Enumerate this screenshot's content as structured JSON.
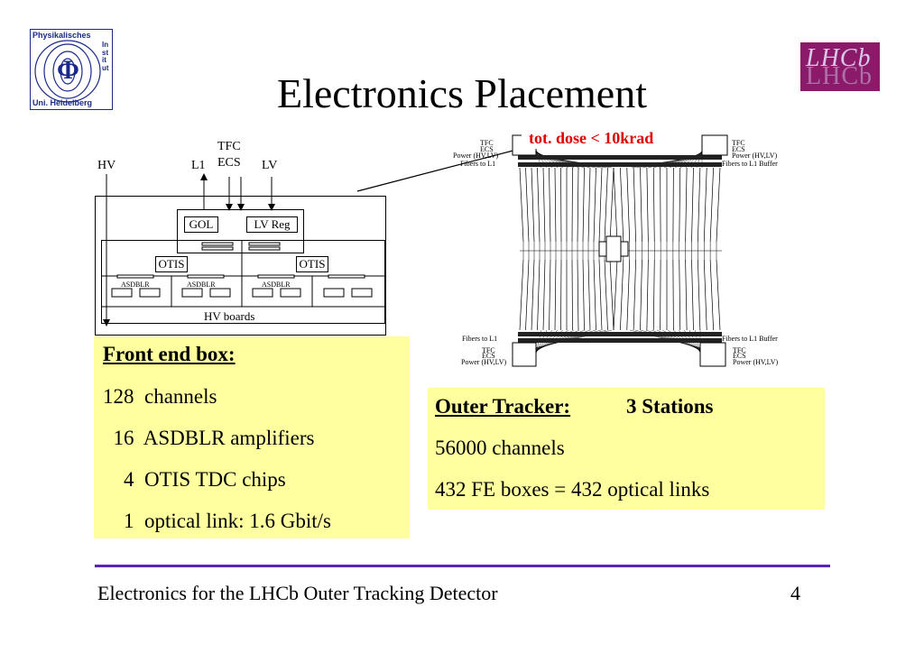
{
  "slide": {
    "title": "Electronics Placement",
    "page_number": "4",
    "footer": "Electronics for the LHCb Outer Tracking Detector"
  },
  "logos": {
    "left": {
      "line1": "Physikalisches",
      "vertical": "Institut",
      "line2": "Uni. Heidelberg",
      "symbol": "Φ"
    },
    "right": {
      "text": "LHCb",
      "color": "#8b1a6b"
    }
  },
  "front_end_diagram": {
    "hv": "HV",
    "l1": "L1",
    "tfc": "TFC",
    "ecs": "ECS",
    "lv": "LV",
    "gol": "GOL",
    "lv_reg": "LV Reg",
    "otis_left": "OTIS",
    "otis_right": "OTIS",
    "asdblr_1": "ASDBLR",
    "asdblr_2": "ASDBLR",
    "asdblr_3": "ASDBLR",
    "hv_boards": "HV boards"
  },
  "tracker_diagram": {
    "dose_label": "tot. dose < 10krad",
    "top_left": {
      "tfc": "TFC",
      "ecs": "ECS",
      "power": "Power (HV,LV)",
      "fibers": "Fibers to L1"
    },
    "top_right": {
      "tfc": "TFC",
      "ecs": "ECS",
      "power": "Power (HV,LV)",
      "fibers": "Fibers to L1 Buffer"
    },
    "bottom_left": {
      "fibers": "Fibers to L1",
      "tfc": "TFC",
      "ecs": "ECS",
      "power": "Power (HV,LV)"
    },
    "bottom_right": {
      "fibers": "Fibers to L1 Buffer",
      "tfc": "TFC",
      "ecs": "ECS",
      "power": "Power (HV,LV)"
    }
  },
  "front_end_box": {
    "heading": "Front end box:",
    "lines": [
      "128  channels",
      "  16  ASDBLR amplifiers",
      "    4  OTIS TDC chips",
      "    1  optical link: 1.6 Gbit/s"
    ],
    "background": "#ffffa0"
  },
  "outer_tracker_box": {
    "heading": "Outer Tracker:",
    "stations": "3 Stations",
    "lines": [
      "56000 channels",
      "432 FE boxes = 432 optical links"
    ],
    "background": "#ffffa0"
  },
  "colors": {
    "footer_rule": "#5a23b4",
    "dose_text": "#e00000"
  }
}
